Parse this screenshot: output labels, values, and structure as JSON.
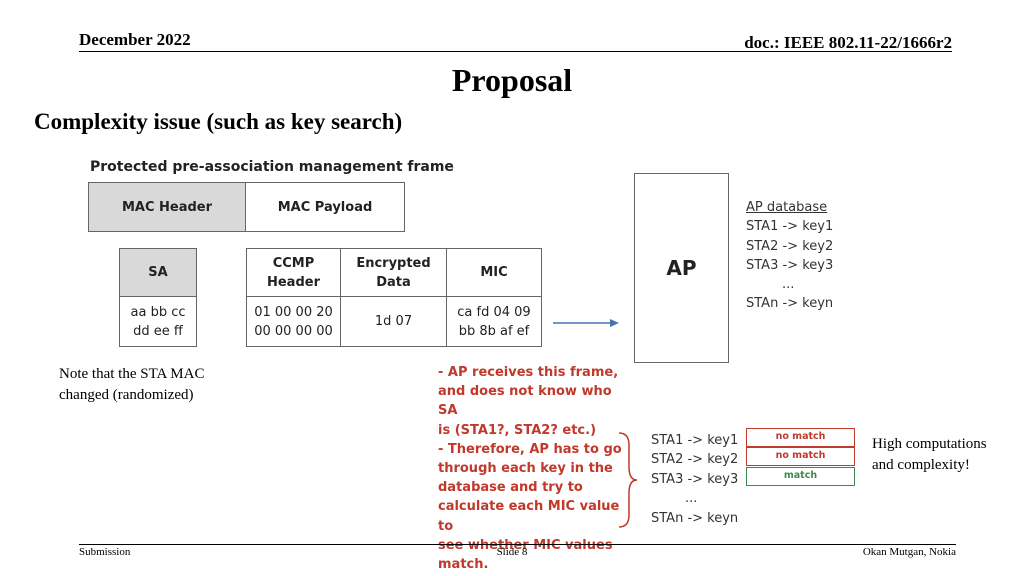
{
  "header": {
    "date": "December 2022",
    "doc": "doc.: IEEE 802.11-22/1666r2"
  },
  "title": "Proposal",
  "subtitle": "Complexity issue (such as key search)",
  "frame": {
    "label": "Protected pre-association management frame",
    "mac_header": "MAC Header",
    "mac_payload": "MAC Payload",
    "sa": {
      "label": "SA",
      "value_line1": "aa bb cc",
      "value_line2": "dd ee ff"
    },
    "ccmp": {
      "label_line1": "CCMP",
      "label_line2": "Header",
      "value_line1": "01 00 00 20",
      "value_line2": "00 00 00 00"
    },
    "encrypted": {
      "label_line1": "Encrypted",
      "label_line2": "Data",
      "value": "1d 07"
    },
    "mic": {
      "label": "MIC",
      "value_line1": "ca fd 04 09",
      "value_line2": "bb 8b af ef"
    }
  },
  "ap": {
    "label": "AP",
    "database_title": "AP database",
    "entries": [
      "STA1 -> key1",
      "STA2 -> key2",
      "STA3 -> key3",
      "...",
      "STAn -> keyn"
    ]
  },
  "note_left_line1": "Note that the STA MAC",
  "note_left_line2": "changed (randomized)",
  "red_lines": [
    "- AP receives this frame,",
    "and does not know who SA",
    "is (STA1?, STA2? etc.)",
    "- Therefore, AP has to go",
    "through each key in the",
    "database and try to",
    "calculate each MIC value to",
    "see whether MIC values",
    "match."
  ],
  "sta_list": [
    "STA1 -> key1",
    "STA2 -> key2",
    "STA3 -> key3",
    "...",
    "STAn -> keyn"
  ],
  "badges": [
    "no match",
    "no match",
    "match"
  ],
  "colors": {
    "red": "#c0392b",
    "green": "#3a8b4f",
    "gray_fill": "#d9d9d9",
    "arrow": "#4a72b0"
  },
  "right_note_line1": "High computations",
  "right_note_line2": "and complexity!",
  "footer": {
    "left": "Submission",
    "center": "Slide 8",
    "right": "Okan Mutgan, Nokia"
  }
}
